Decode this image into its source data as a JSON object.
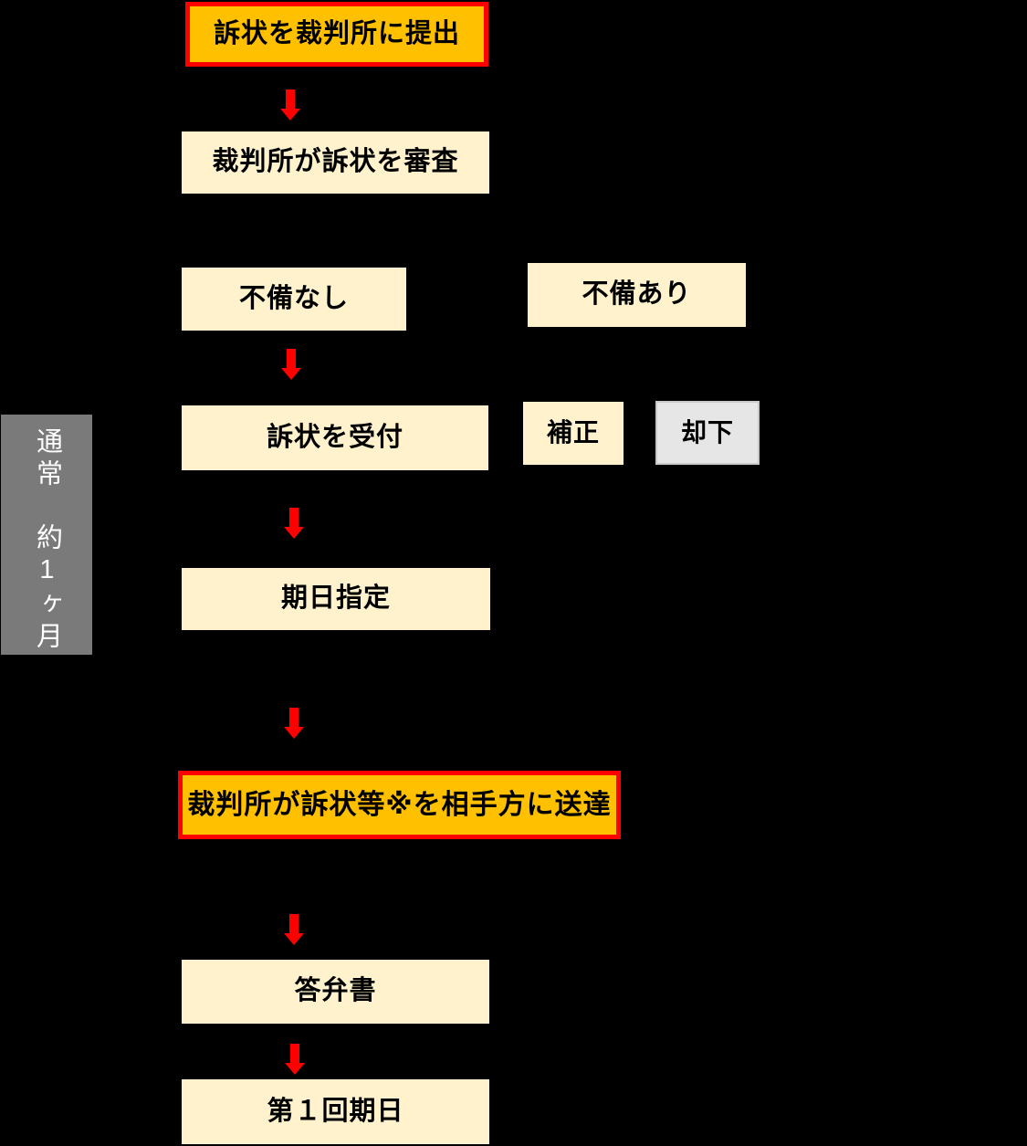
{
  "canvas": {
    "background_color": "#000000"
  },
  "timeline_bar": {
    "label": "通常　約1ヶ月",
    "fill_color": "#7A7A7A",
    "text_color": "#FFFFFF"
  },
  "flow": {
    "step_submit": {
      "label": "訴状を裁判所に提出",
      "fill_color": "#FFC000",
      "border_color": "#FF0000"
    },
    "step_review": {
      "label": "裁判所が訴状を審査",
      "fill_color": "#FFF2CC"
    },
    "branch_no_defect": {
      "label": "不備なし",
      "fill_color": "#FFF2CC"
    },
    "branch_defect": {
      "label": "不備あり",
      "fill_color": "#FFF2CC"
    },
    "step_accept": {
      "label": "訴状を受付",
      "fill_color": "#FFF2CC"
    },
    "outcome_correction": {
      "label": "補正",
      "fill_color": "#FFF2CC"
    },
    "outcome_dismissal": {
      "label": "却下",
      "fill_color": "#E7E6E6",
      "border_color": "#C9C9C9"
    },
    "step_set_date": {
      "label": "期日指定",
      "fill_color": "#FFF2CC"
    },
    "step_serve": {
      "label": "裁判所が訴状等※を相手方に送達",
      "fill_color": "#FFC000",
      "border_color": "#FF0000"
    },
    "step_answer": {
      "label": "答弁書",
      "fill_color": "#FFF2CC"
    },
    "step_first_date": {
      "label": "第１回期日",
      "fill_color": "#FFF2CC"
    }
  },
  "icons": {
    "down_arrow_color": "#FF0000",
    "down_arrow_count": 6
  }
}
